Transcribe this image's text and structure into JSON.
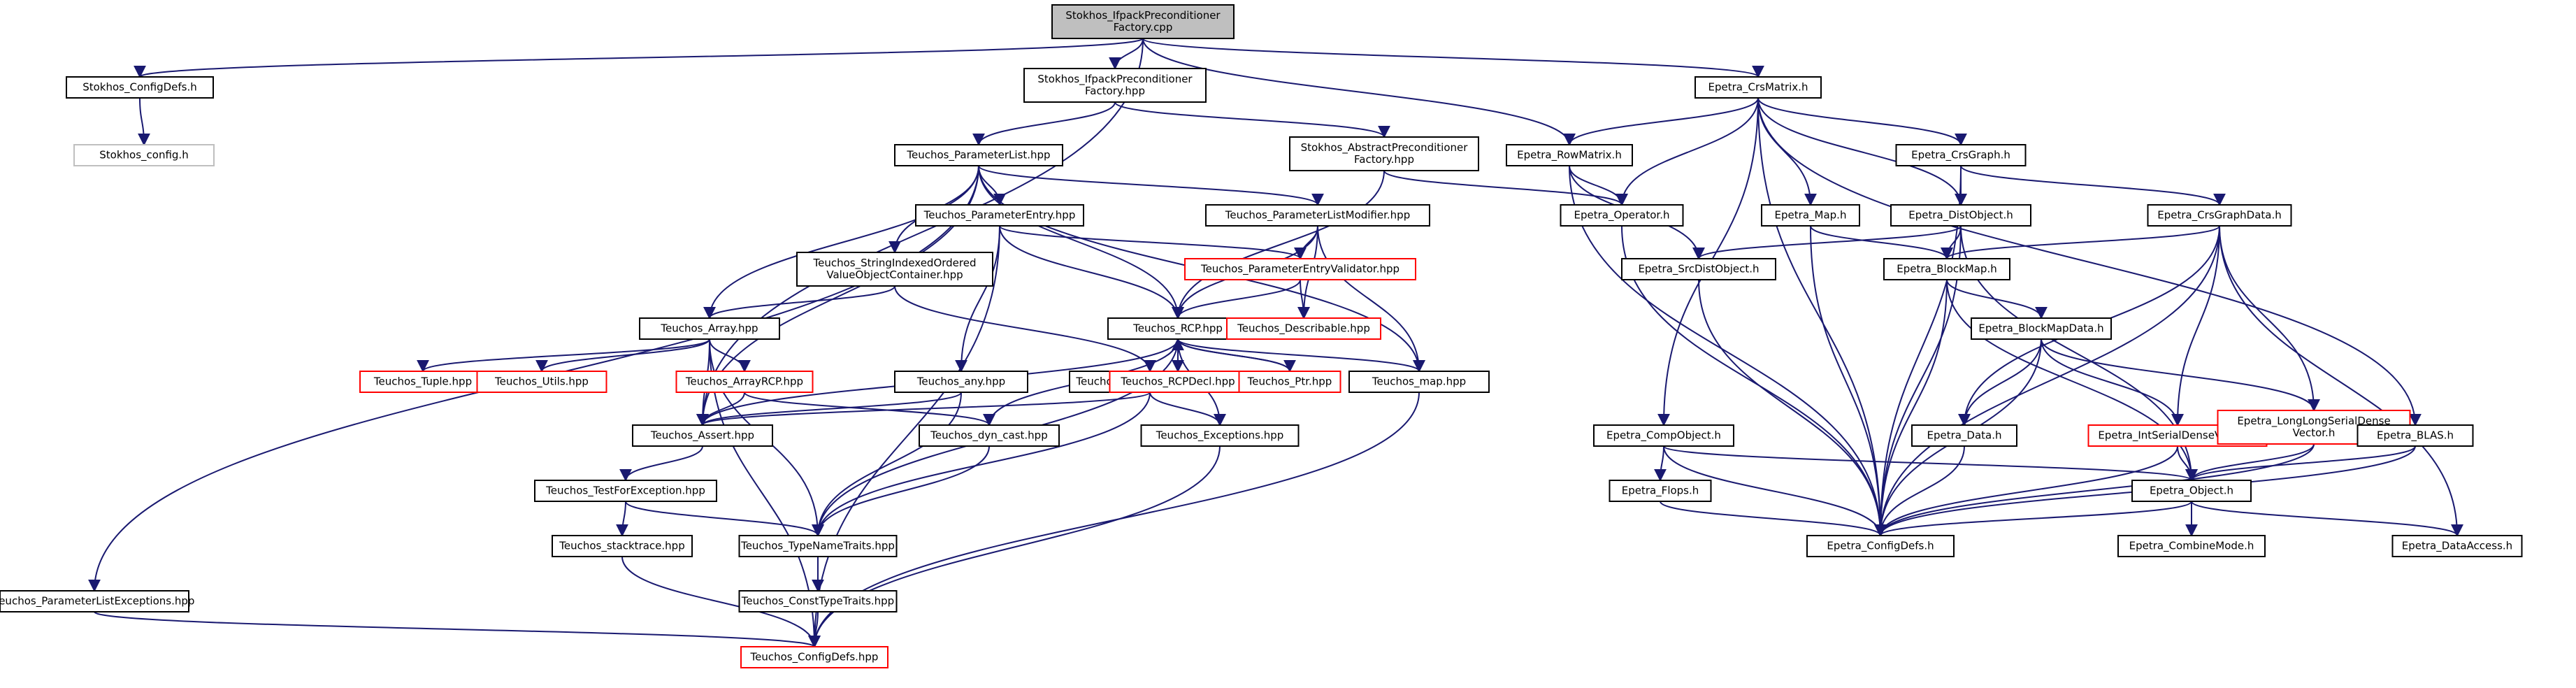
{
  "nodes": [
    {
      "id": "root",
      "lines": [
        "Stokhos_IfpackPreconditioner",
        "Factory.cpp"
      ],
      "style": "root"
    },
    {
      "id": "stk_configdefs",
      "lines": [
        "Stokhos_ConfigDefs.h"
      ],
      "style": "normal"
    },
    {
      "id": "stk_config",
      "lines": [
        "Stokhos_config.h"
      ],
      "style": "grey"
    },
    {
      "id": "stk_ifpack_hpp",
      "lines": [
        "Stokhos_IfpackPreconditioner",
        "Factory.hpp"
      ],
      "style": "normal"
    },
    {
      "id": "stk_abstract",
      "lines": [
        "Stokhos_AbstractPreconditioner",
        "Factory.hpp"
      ],
      "style": "normal"
    },
    {
      "id": "t_paramlist",
      "lines": [
        "Teuchos_ParameterList.hpp"
      ],
      "style": "normal"
    },
    {
      "id": "t_paramentry",
      "lines": [
        "Teuchos_ParameterEntry.hpp"
      ],
      "style": "normal"
    },
    {
      "id": "t_plmodifier",
      "lines": [
        "Teuchos_ParameterListModifier.hpp"
      ],
      "style": "normal"
    },
    {
      "id": "t_strindexed",
      "lines": [
        "Teuchos_StringIndexedOrdered",
        "ValueObjectContainer.hpp"
      ],
      "style": "normal"
    },
    {
      "id": "t_pevalidator",
      "lines": [
        "Teuchos_ParameterEntryValidator.hpp"
      ],
      "style": "red"
    },
    {
      "id": "t_array",
      "lines": [
        "Teuchos_Array.hpp"
      ],
      "style": "normal"
    },
    {
      "id": "t_rcp",
      "lines": [
        "Teuchos_RCP.hpp"
      ],
      "style": "normal"
    },
    {
      "id": "t_describable",
      "lines": [
        "Teuchos_Describable.hpp"
      ],
      "style": "red"
    },
    {
      "id": "t_tuple",
      "lines": [
        "Teuchos_Tuple.hpp"
      ],
      "style": "red"
    },
    {
      "id": "t_utils",
      "lines": [
        "Teuchos_Utils.hpp"
      ],
      "style": "red"
    },
    {
      "id": "t_arrayrcp",
      "lines": [
        "Teuchos_ArrayRCP.hpp"
      ],
      "style": "red"
    },
    {
      "id": "t_any",
      "lines": [
        "Teuchos_any.hpp"
      ],
      "style": "normal"
    },
    {
      "id": "t_filtered",
      "lines": [
        "Teuchos_FilteredIterator.hpp"
      ],
      "style": "normal"
    },
    {
      "id": "t_rcpdecl",
      "lines": [
        "Teuchos_RCPDecl.hpp"
      ],
      "style": "red"
    },
    {
      "id": "t_ptr",
      "lines": [
        "Teuchos_Ptr.hpp"
      ],
      "style": "red"
    },
    {
      "id": "t_map",
      "lines": [
        "Teuchos_map.hpp"
      ],
      "style": "normal"
    },
    {
      "id": "t_assert",
      "lines": [
        "Teuchos_Assert.hpp"
      ],
      "style": "normal"
    },
    {
      "id": "t_dyncast",
      "lines": [
        "Teuchos_dyn_cast.hpp"
      ],
      "style": "normal"
    },
    {
      "id": "t_exceptions",
      "lines": [
        "Teuchos_Exceptions.hpp"
      ],
      "style": "normal"
    },
    {
      "id": "t_testforexc",
      "lines": [
        "Teuchos_TestForException.hpp"
      ],
      "style": "normal"
    },
    {
      "id": "t_stacktrace",
      "lines": [
        "Teuchos_stacktrace.hpp"
      ],
      "style": "normal"
    },
    {
      "id": "t_typename",
      "lines": [
        "Teuchos_TypeNameTraits.hpp"
      ],
      "style": "normal"
    },
    {
      "id": "t_consttype",
      "lines": [
        "Teuchos_ConstTypeTraits.hpp"
      ],
      "style": "normal"
    },
    {
      "id": "t_plexceptions",
      "lines": [
        "Teuchos_ParameterListExceptions.hpp"
      ],
      "style": "normal"
    },
    {
      "id": "t_configdefs",
      "lines": [
        "Teuchos_ConfigDefs.hpp"
      ],
      "style": "red"
    },
    {
      "id": "e_crsmatrix",
      "lines": [
        "Epetra_CrsMatrix.h"
      ],
      "style": "normal"
    },
    {
      "id": "e_rowmatrix",
      "lines": [
        "Epetra_RowMatrix.h"
      ],
      "style": "normal"
    },
    {
      "id": "e_operator",
      "lines": [
        "Epetra_Operator.h"
      ],
      "style": "normal"
    },
    {
      "id": "e_crsgraph",
      "lines": [
        "Epetra_CrsGraph.h"
      ],
      "style": "normal"
    },
    {
      "id": "e_map",
      "lines": [
        "Epetra_Map.h"
      ],
      "style": "normal"
    },
    {
      "id": "e_distobject",
      "lines": [
        "Epetra_DistObject.h"
      ],
      "style": "normal"
    },
    {
      "id": "e_crsgraphdata",
      "lines": [
        "Epetra_CrsGraphData.h"
      ],
      "style": "normal"
    },
    {
      "id": "e_srcdistobject",
      "lines": [
        "Epetra_SrcDistObject.h"
      ],
      "style": "normal"
    },
    {
      "id": "e_blockmap",
      "lines": [
        "Epetra_BlockMap.h"
      ],
      "style": "normal"
    },
    {
      "id": "e_blockmapdata",
      "lines": [
        "Epetra_BlockMapData.h"
      ],
      "style": "normal"
    },
    {
      "id": "e_compobject",
      "lines": [
        "Epetra_CompObject.h"
      ],
      "style": "normal"
    },
    {
      "id": "e_data",
      "lines": [
        "Epetra_Data.h"
      ],
      "style": "normal"
    },
    {
      "id": "e_intserial",
      "lines": [
        "Epetra_IntSerialDenseVector.h"
      ],
      "style": "red"
    },
    {
      "id": "e_longlong",
      "lines": [
        "Epetra_LongLongSerialDense",
        "Vector.h"
      ],
      "style": "red"
    },
    {
      "id": "e_blas",
      "lines": [
        "Epetra_BLAS.h"
      ],
      "style": "normal"
    },
    {
      "id": "e_flops",
      "lines": [
        "Epetra_Flops.h"
      ],
      "style": "normal"
    },
    {
      "id": "e_object",
      "lines": [
        "Epetra_Object.h"
      ],
      "style": "normal"
    },
    {
      "id": "e_configdefs",
      "lines": [
        "Epetra_ConfigDefs.h"
      ],
      "style": "normal"
    },
    {
      "id": "e_combinemode",
      "lines": [
        "Epetra_CombineMode.h"
      ],
      "style": "normal"
    },
    {
      "id": "e_dataaccess",
      "lines": [
        "Epetra_DataAccess.h"
      ],
      "style": "normal"
    }
  ],
  "edges": [
    [
      "root",
      "stk_configdefs"
    ],
    [
      "root",
      "stk_ifpack_hpp"
    ],
    [
      "root",
      "e_crsmatrix"
    ],
    [
      "root",
      "e_rowmatrix"
    ],
    [
      "root",
      "t_assert"
    ],
    [
      "stk_configdefs",
      "stk_config"
    ],
    [
      "stk_ifpack_hpp",
      "t_paramlist"
    ],
    [
      "stk_ifpack_hpp",
      "stk_abstract"
    ],
    [
      "stk_abstract",
      "t_rcp"
    ],
    [
      "stk_abstract",
      "e_operator"
    ],
    [
      "t_paramlist",
      "t_paramentry"
    ],
    [
      "t_paramlist",
      "t_plmodifier"
    ],
    [
      "t_paramlist",
      "t_strindexed"
    ],
    [
      "t_paramlist",
      "t_array"
    ],
    [
      "t_paramlist",
      "t_rcp"
    ],
    [
      "t_paramlist",
      "t_map"
    ],
    [
      "t_paramlist",
      "t_assert"
    ],
    [
      "t_paramlist",
      "t_plexceptions"
    ],
    [
      "t_paramentry",
      "t_pevalidator"
    ],
    [
      "t_paramentry",
      "t_rcp"
    ],
    [
      "t_paramentry",
      "t_any"
    ],
    [
      "t_paramentry",
      "t_configdefs"
    ],
    [
      "t_plmodifier",
      "t_pevalidator"
    ],
    [
      "t_plmodifier",
      "t_rcp"
    ],
    [
      "t_plmodifier",
      "t_describable"
    ],
    [
      "t_plmodifier",
      "t_map"
    ],
    [
      "t_strindexed",
      "t_array"
    ],
    [
      "t_strindexed",
      "t_filtered"
    ],
    [
      "t_pevalidator",
      "t_rcp"
    ],
    [
      "t_pevalidator",
      "t_describable"
    ],
    [
      "t_array",
      "t_tuple"
    ],
    [
      "t_array",
      "t_utils"
    ],
    [
      "t_array",
      "t_arrayrcp"
    ],
    [
      "t_array",
      "t_assert"
    ],
    [
      "t_array",
      "t_typename"
    ],
    [
      "t_array",
      "t_configdefs"
    ],
    [
      "t_rcp",
      "t_rcpdecl"
    ],
    [
      "t_rcp",
      "t_ptr"
    ],
    [
      "t_rcp",
      "t_map"
    ],
    [
      "t_rcp",
      "t_assert"
    ],
    [
      "t_rcp",
      "t_dyncast"
    ],
    [
      "t_rcp",
      "t_exceptions"
    ],
    [
      "t_rcp",
      "t_typename"
    ],
    [
      "t_ptr",
      "t_rcp"
    ],
    [
      "t_arrayrcp",
      "t_assert"
    ],
    [
      "t_arrayrcp",
      "t_dyncast"
    ],
    [
      "t_any",
      "t_assert"
    ],
    [
      "t_any",
      "t_typename"
    ],
    [
      "t_filtered",
      "t_assert"
    ],
    [
      "t_filtered",
      "t_exceptions"
    ],
    [
      "t_filtered",
      "t_typename"
    ],
    [
      "t_map",
      "t_configdefs"
    ],
    [
      "t_assert",
      "t_testforexc"
    ],
    [
      "t_dyncast",
      "t_typename"
    ],
    [
      "t_exceptions",
      "t_configdefs"
    ],
    [
      "t_testforexc",
      "t_stacktrace"
    ],
    [
      "t_testforexc",
      "t_typename"
    ],
    [
      "t_stacktrace",
      "t_configdefs"
    ],
    [
      "t_typename",
      "t_consttype"
    ],
    [
      "t_consttype",
      "t_configdefs"
    ],
    [
      "t_plexceptions",
      "t_configdefs"
    ],
    [
      "e_crsmatrix",
      "e_rowmatrix"
    ],
    [
      "e_crsmatrix",
      "e_operator"
    ],
    [
      "e_crsmatrix",
      "e_crsgraph"
    ],
    [
      "e_crsmatrix",
      "e_map"
    ],
    [
      "e_crsmatrix",
      "e_distobject"
    ],
    [
      "e_crsmatrix",
      "e_compobject"
    ],
    [
      "e_crsmatrix",
      "e_blas"
    ],
    [
      "e_crsmatrix",
      "e_configdefs"
    ],
    [
      "e_rowmatrix",
      "e_operator"
    ],
    [
      "e_rowmatrix",
      "e_srcdistobject"
    ],
    [
      "e_rowmatrix",
      "e_configdefs"
    ],
    [
      "e_operator",
      "e_configdefs"
    ],
    [
      "e_crsgraph",
      "e_distobject"
    ],
    [
      "e_crsgraph",
      "e_crsgraphdata"
    ],
    [
      "e_crsgraph",
      "e_configdefs"
    ],
    [
      "e_map",
      "e_blockmap"
    ],
    [
      "e_map",
      "e_configdefs"
    ],
    [
      "e_distobject",
      "e_srcdistobject"
    ],
    [
      "e_distobject",
      "e_blockmap"
    ],
    [
      "e_distobject",
      "e_object"
    ],
    [
      "e_distobject",
      "e_configdefs"
    ],
    [
      "e_crsgraphdata",
      "e_blockmap"
    ],
    [
      "e_crsgraphdata",
      "e_data"
    ],
    [
      "e_crsgraphdata",
      "e_intserial"
    ],
    [
      "e_crsgraphdata",
      "e_longlong"
    ],
    [
      "e_crsgraphdata",
      "e_configdefs"
    ],
    [
      "e_crsgraphdata",
      "e_dataaccess"
    ],
    [
      "e_srcdistobject",
      "e_configdefs"
    ],
    [
      "e_blockmap",
      "e_blockmapdata"
    ],
    [
      "e_blockmap",
      "e_object"
    ],
    [
      "e_blockmap",
      "e_configdefs"
    ],
    [
      "e_blockmapdata",
      "e_data"
    ],
    [
      "e_blockmapdata",
      "e_intserial"
    ],
    [
      "e_blockmapdata",
      "e_longlong"
    ],
    [
      "e_blockmapdata",
      "e_configdefs"
    ],
    [
      "e_compobject",
      "e_flops"
    ],
    [
      "e_compobject",
      "e_object"
    ],
    [
      "e_compobject",
      "e_configdefs"
    ],
    [
      "e_data",
      "e_configdefs"
    ],
    [
      "e_intserial",
      "e_object"
    ],
    [
      "e_intserial",
      "e_configdefs"
    ],
    [
      "e_longlong",
      "e_object"
    ],
    [
      "e_longlong",
      "e_configdefs"
    ],
    [
      "e_blas",
      "e_object"
    ],
    [
      "e_blas",
      "e_configdefs"
    ],
    [
      "e_flops",
      "e_configdefs"
    ],
    [
      "e_object",
      "e_configdefs"
    ],
    [
      "e_object",
      "e_combinemode"
    ],
    [
      "e_object",
      "e_dataaccess"
    ]
  ]
}
